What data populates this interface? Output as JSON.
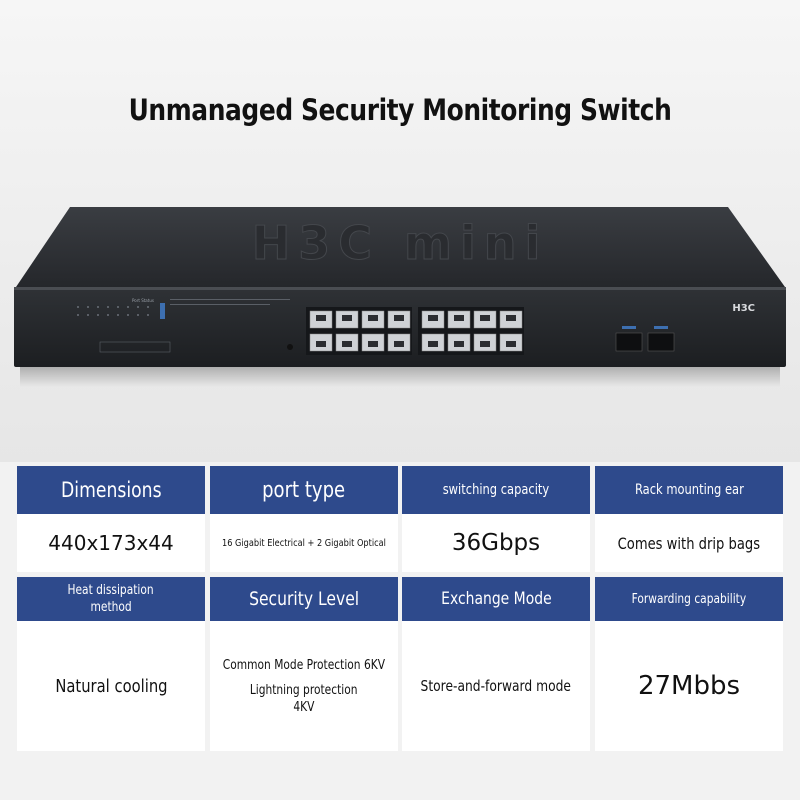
{
  "title": "Unmanaged Security Monitoring Switch",
  "device": {
    "brand": "H3C",
    "brand_mini": "H3C mini",
    "port_status_label": "Port Status"
  },
  "specs": {
    "row1": [
      {
        "label": "Dimensions",
        "value": "440x173x44"
      },
      {
        "label": "port type",
        "value": "16 Gigabit Electrical + 2 Gigabit Optical"
      },
      {
        "label": "switching capacity",
        "value": "36Gbps"
      },
      {
        "label": "Rack mounting ear",
        "value": "Comes with drip bags"
      }
    ],
    "row2": [
      {
        "label_line1": "Heat dissipation",
        "label_line2": "method",
        "value": "Natural cooling"
      },
      {
        "label": "Security Level",
        "value_line1": "Common Mode Protection 6KV",
        "value_line2": "Lightning protection",
        "value_line3": "4KV"
      },
      {
        "label": "Exchange Mode",
        "value": "Store-and-forward mode"
      },
      {
        "label": "Forwarding capability",
        "value": "27Mbbs"
      }
    ]
  }
}
